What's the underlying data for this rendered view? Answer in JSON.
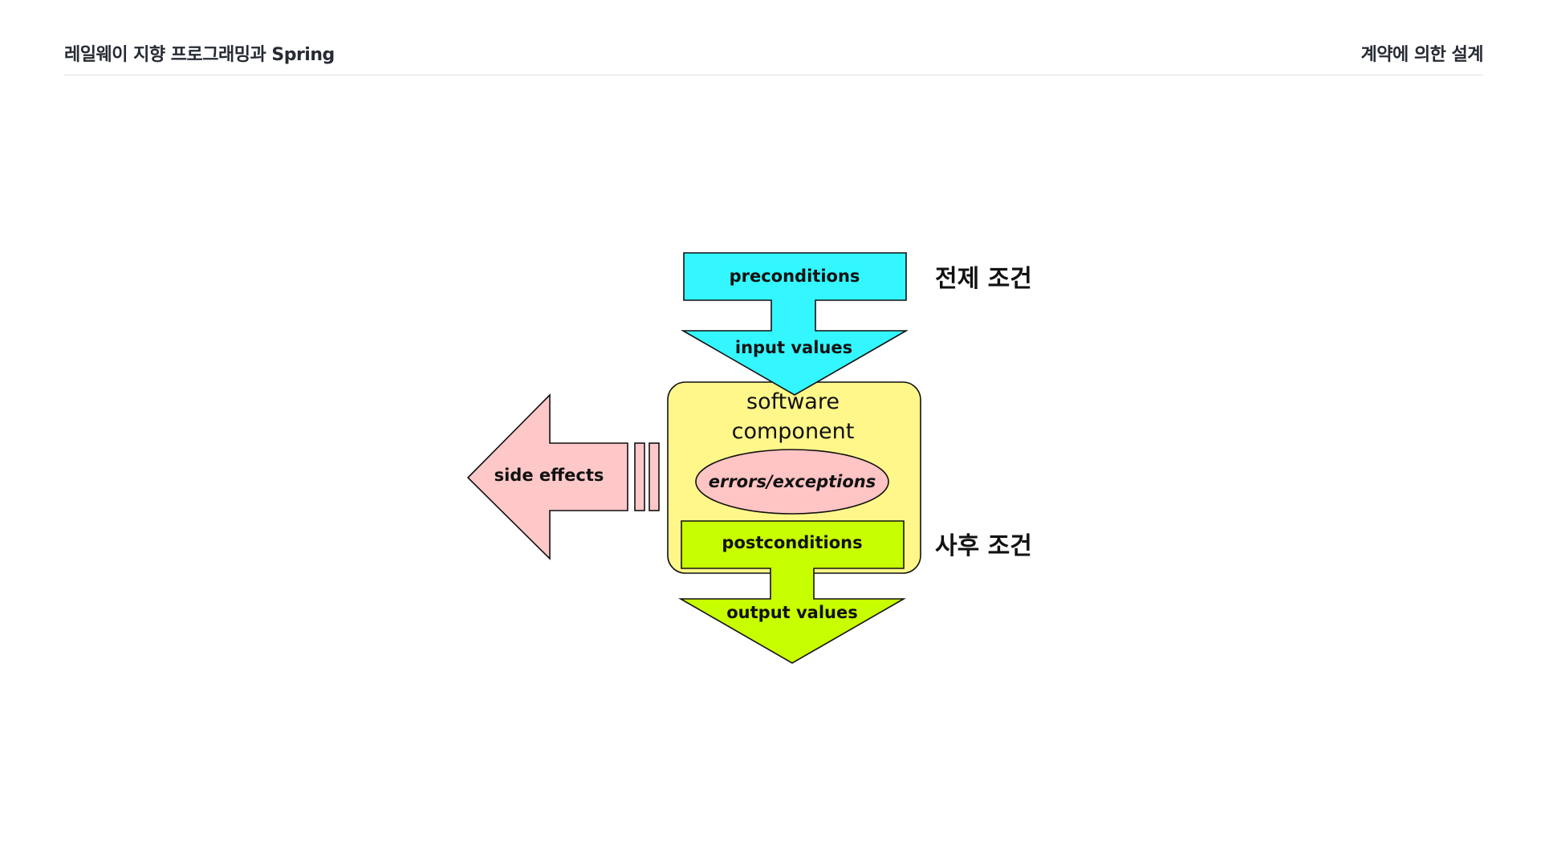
{
  "header": {
    "left_title": "레일웨이 지향 프로그래밍과 Spring",
    "right_title": "계약에 의한 설계"
  },
  "diagram": {
    "preconditions": "preconditions",
    "input_values": "input values",
    "component_line1": "software",
    "component_line2": "component",
    "errors": "errors/exceptions",
    "postconditions": "postconditions",
    "output_values": "output values",
    "side_effects": "side effects",
    "pre_label_ko": "전제 조건",
    "post_label_ko": "사후 조건",
    "colors": {
      "precondition": "#33f6ff",
      "component": "#fff78a",
      "error_ellipse": "#ffc4c4",
      "postcondition": "#c8ff00",
      "side_effect": "#ffc8c8"
    }
  }
}
